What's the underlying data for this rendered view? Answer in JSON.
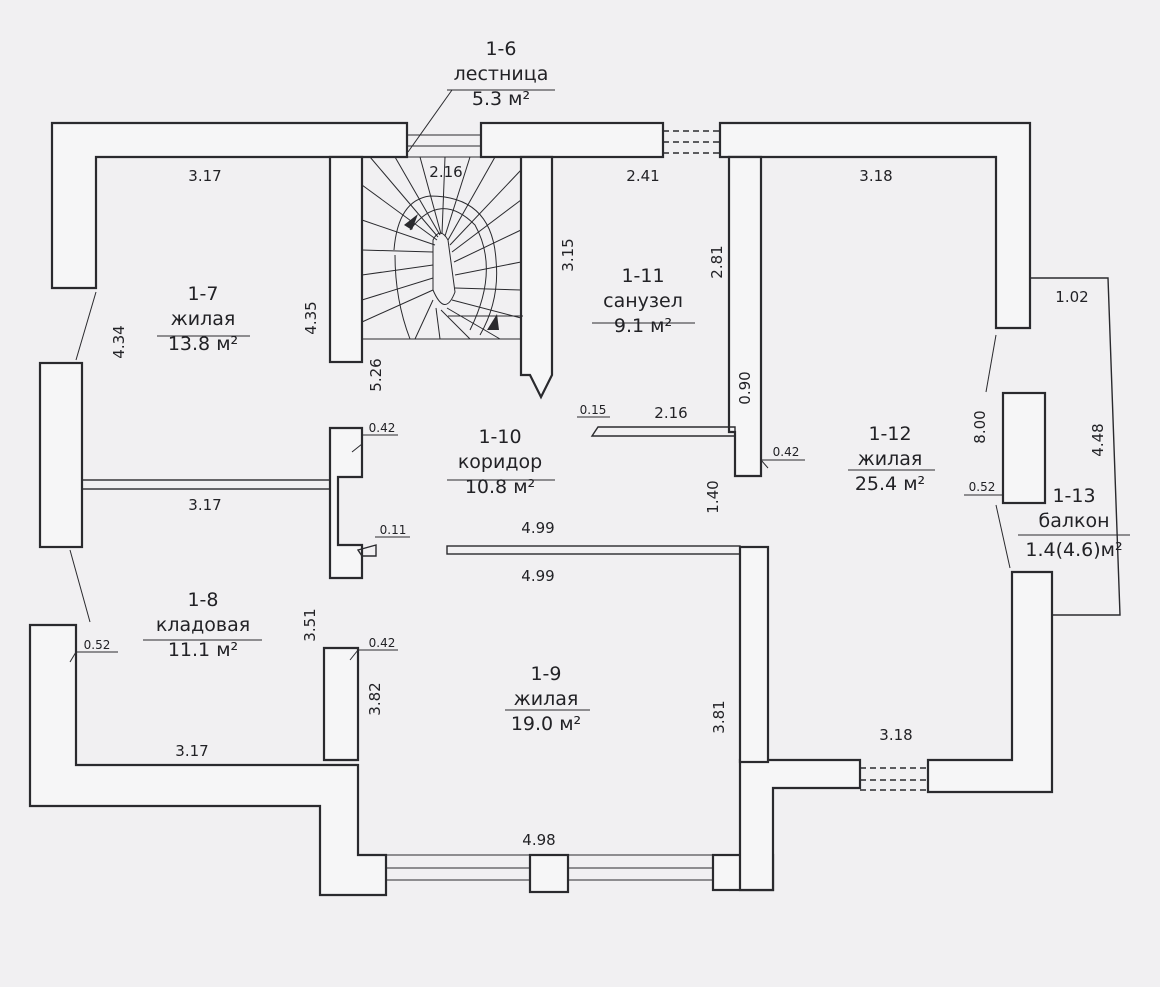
{
  "colors": {
    "paper": "#f1f0f2",
    "ink": "#2a2a2e"
  },
  "rooms": [
    {
      "id": "1-6",
      "name": "лестница",
      "area": "5.3 м²"
    },
    {
      "id": "1-7",
      "name": "жилая",
      "area": "13.8 м²"
    },
    {
      "id": "1-8",
      "name": "кладовая",
      "area": "11.1 м²"
    },
    {
      "id": "1-9",
      "name": "жилая",
      "area": "19.0 м²"
    },
    {
      "id": "1-10",
      "name": "коридор",
      "area": "10.8 м²"
    },
    {
      "id": "1-11",
      "name": "санузел",
      "area": "9.1 м²"
    },
    {
      "id": "1-12",
      "name": "жилая",
      "area": "25.4 м²"
    },
    {
      "id": "1-13",
      "name": "балкон",
      "area": "1.4(4.6)м²"
    }
  ],
  "dimensions": {
    "d_317_top": "3.17",
    "d_216_stair": "2.16",
    "d_241": "2.41",
    "d_318_top": "3.18",
    "d_102": "1.02",
    "d_434": "4.34",
    "d_435": "4.35",
    "d_526": "5.26",
    "d_315": "3.15",
    "d_281": "2.81",
    "d_090": "0.90",
    "d_015": "0.15",
    "d_216_bath": "2.16",
    "d_042_a": "0.42",
    "d_042_b": "0.42",
    "d_042_c": "0.42",
    "d_317_mid": "3.17",
    "d_011": "0.11",
    "d_499_a": "4.99",
    "d_499_b": "4.99",
    "d_140": "1.40",
    "d_800": "8.00",
    "d_448": "4.48",
    "d_052_a": "0.52",
    "d_052_b": "0.52",
    "d_351": "3.51",
    "d_382": "3.82",
    "d_381": "3.81",
    "d_317_bot": "3.17",
    "d_318_bot": "3.18",
    "d_498": "4.98"
  }
}
